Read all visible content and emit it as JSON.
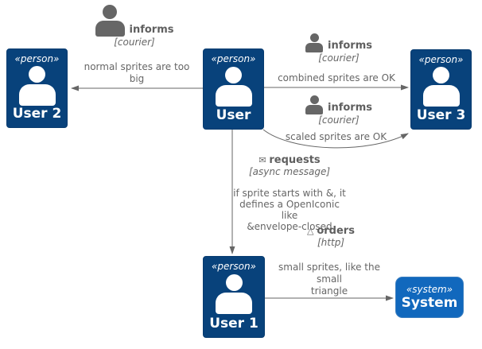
{
  "diagram": {
    "nodes": {
      "user2": {
        "stereotype": "«person»",
        "name": "User 2"
      },
      "user": {
        "stereotype": "«person»",
        "name": "User"
      },
      "user3": {
        "stereotype": "«person»",
        "name": "User 3"
      },
      "user1": {
        "stereotype": "«person»",
        "name": "User 1"
      },
      "system": {
        "stereotype": "«system»",
        "name": "System"
      }
    },
    "labels": {
      "informs_top_left": {
        "verb": "informs",
        "protocol": "[courier]"
      },
      "informs_combined": {
        "verb": "informs",
        "protocol": "[courier]"
      },
      "informs_scaled": {
        "verb": "informs",
        "protocol": "[courier]"
      },
      "combined_text": "combined sprites are OK",
      "scaled_text": "scaled sprites are OK",
      "normal_line1": "normal sprites are too",
      "normal_line2": "big",
      "requests": {
        "icon": "✉",
        "verb": "requests",
        "protocol": "[async message]"
      },
      "note_line1": "if sprite starts with &, it",
      "note_line2": "defines a OpenIconic",
      "note_line3": "like",
      "note_line4": "&envelope-closed",
      "orders": {
        "icon": "△",
        "verb": "orders",
        "protocol": "[http]"
      },
      "small_line1": "small sprites, like the",
      "small_line2": "small",
      "small_line3": "triangle"
    },
    "colors": {
      "person_fill": "#08427B",
      "system_fill": "#1168BD",
      "label_text": "#666666",
      "arrow": "#666666"
    }
  }
}
